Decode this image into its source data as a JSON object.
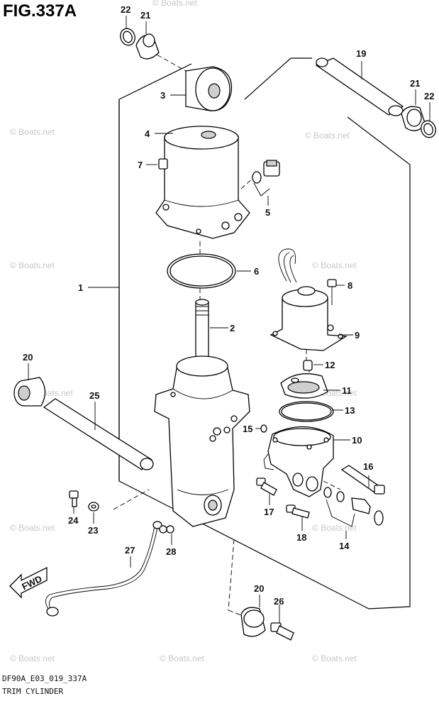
{
  "figure": {
    "title": "FIG.337A",
    "drawing_code": "DF90A_E03_019_337A",
    "caption": "TRIM CYLINDER"
  },
  "watermark": "© Boats.net",
  "fwd_label": "FWD",
  "callouts": [
    {
      "ref": "1"
    },
    {
      "ref": "2"
    },
    {
      "ref": "3"
    },
    {
      "ref": "4"
    },
    {
      "ref": "5"
    },
    {
      "ref": "6"
    },
    {
      "ref": "7"
    },
    {
      "ref": "8"
    },
    {
      "ref": "9"
    },
    {
      "ref": "10"
    },
    {
      "ref": "11"
    },
    {
      "ref": "12"
    },
    {
      "ref": "13"
    },
    {
      "ref": "14"
    },
    {
      "ref": "15"
    },
    {
      "ref": "16"
    },
    {
      "ref": "17"
    },
    {
      "ref": "18"
    },
    {
      "ref": "19"
    },
    {
      "ref": "20"
    },
    {
      "ref": "20"
    },
    {
      "ref": "21"
    },
    {
      "ref": "21"
    },
    {
      "ref": "22"
    },
    {
      "ref": "22"
    },
    {
      "ref": "23"
    },
    {
      "ref": "24"
    },
    {
      "ref": "25"
    },
    {
      "ref": "26"
    },
    {
      "ref": "27"
    },
    {
      "ref": "28"
    }
  ]
}
